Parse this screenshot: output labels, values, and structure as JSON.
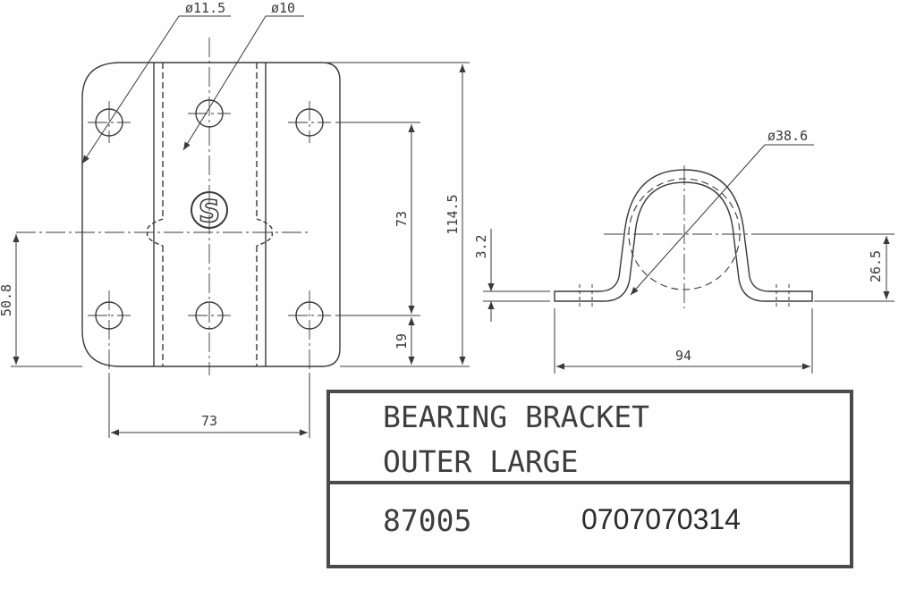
{
  "drawing": {
    "dims": {
      "hole_large_dia": "ø11.5",
      "hole_small_dia": "ø10",
      "hole_spacing_v": "73",
      "height_overall": "114.5",
      "edge_to_center": "50.8",
      "bottom_to_hole": "19",
      "hole_spacing_h": "73",
      "bore_dia": "ø38.6",
      "thickness": "3.2",
      "center_height": "26.5",
      "width_overall": "94"
    },
    "logo_letter": "S"
  },
  "title_block": {
    "line1": "BEARING BRACKET",
    "line2": "OUTER LARGE",
    "part_no": "87005",
    "code": "0707070314"
  },
  "colors": {
    "ink": "#3a3a3a",
    "border": "#4a4a4a"
  }
}
